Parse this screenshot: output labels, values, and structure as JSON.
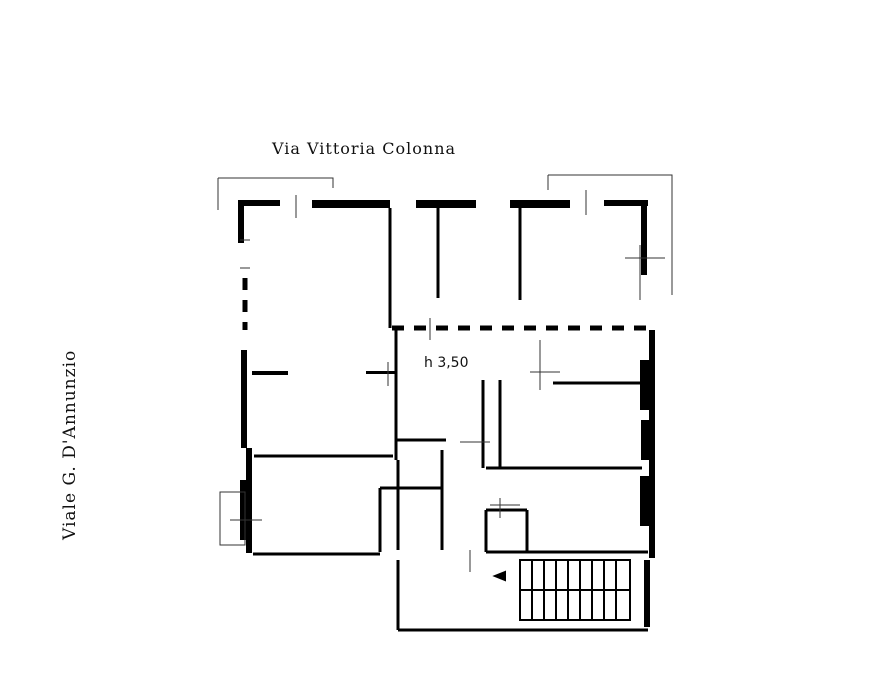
{
  "labels": {
    "top_street": "Via Vittoria Colonna",
    "side_street": "Viale G. D'Annunzio",
    "ceiling_height": "h 3,50"
  },
  "colors": {
    "wall": "#000000",
    "paper": "#ffffff",
    "thin_line": "#333333"
  }
}
